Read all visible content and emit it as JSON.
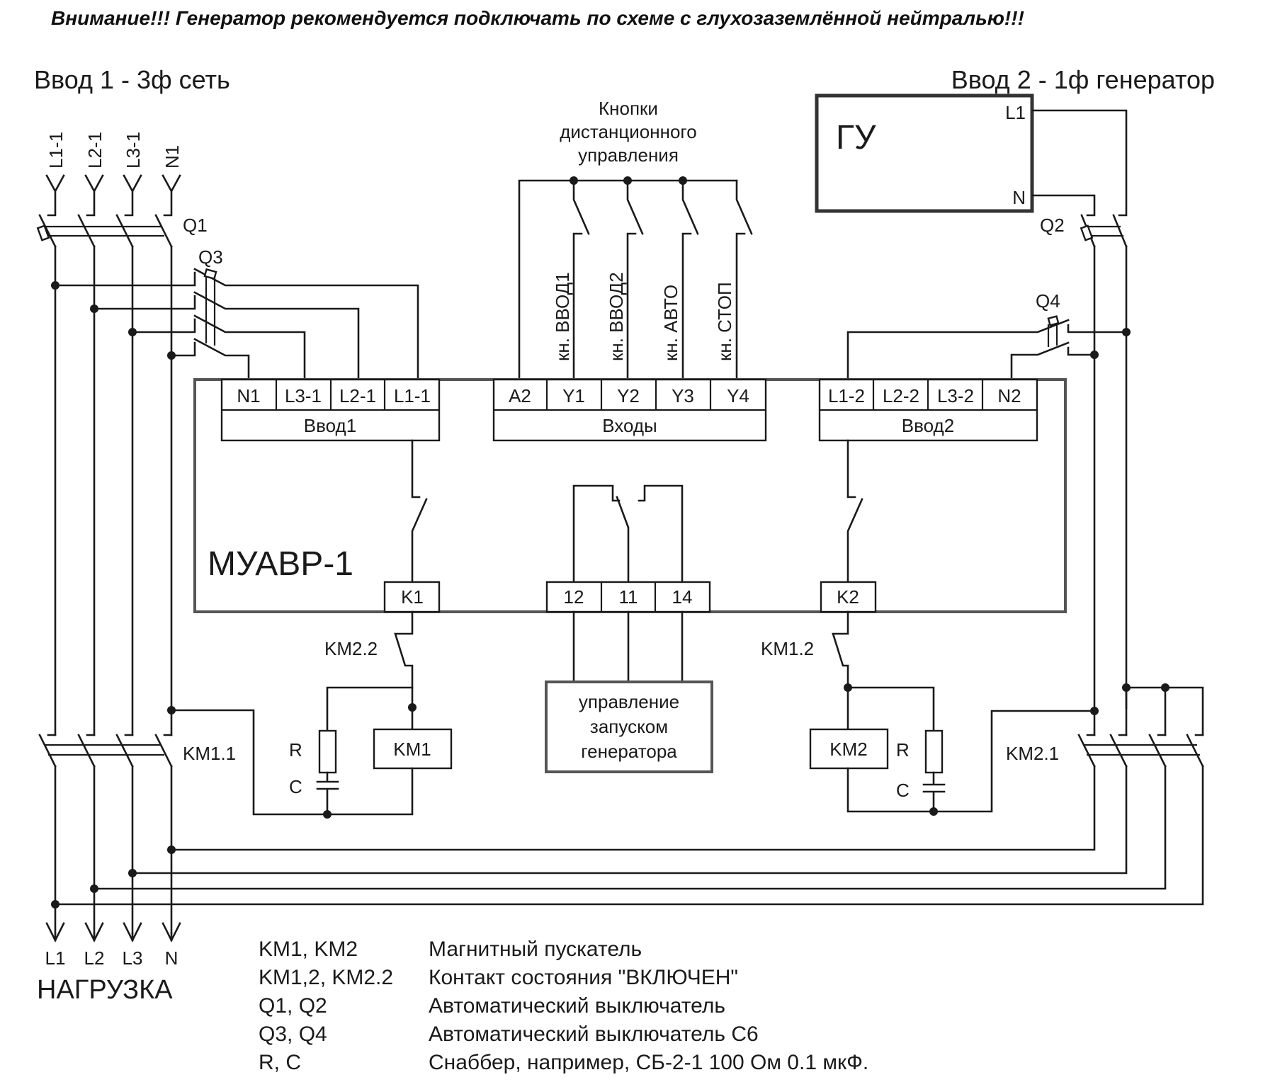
{
  "warning": "Внимание!!! Генератор рекомендуется подключать по схеме с глухозаземлённой нейтралью!!!",
  "input1": {
    "title": "Ввод 1 - 3ф сеть",
    "lines": [
      "L1-1",
      "L2-1",
      "L3-1",
      "N1"
    ],
    "breaker": "Q1",
    "aux_breaker": "Q3"
  },
  "input2": {
    "title": "Ввод 2 - 1ф генератор",
    "generator_label": "ГУ",
    "generator_terminals": [
      "L1",
      "N"
    ],
    "breaker": "Q2",
    "aux_breaker": "Q4"
  },
  "buttons": {
    "title_lines": [
      "Кнопки",
      "дистанционного",
      "управления"
    ],
    "labels": [
      "кн. ВВОД1",
      "кн. ВВОД2",
      "кн. АВТО",
      "кн. СТОП"
    ]
  },
  "module": {
    "name": "МУАВР-1",
    "block1": {
      "terminals": [
        "N1",
        "L3-1",
        "L2-1",
        "L1-1"
      ],
      "label": "Ввод1"
    },
    "inputs": {
      "terminals": [
        "A2",
        "Y1",
        "Y2",
        "Y3",
        "Y4"
      ],
      "label": "Входы"
    },
    "block2": {
      "terminals": [
        "L1-2",
        "L2-2",
        "L3-2",
        "N2"
      ],
      "label": "Ввод2"
    },
    "relay_terminals": [
      "12",
      "11",
      "14"
    ],
    "k1": "K1",
    "k2": "K2"
  },
  "contactors": {
    "km1_aux": "KM2.2",
    "km2_aux": "KM1.2",
    "km1_coil": "KM1",
    "km2_coil": "KM2",
    "km1_main": "KM1.1",
    "km2_main": "KM2.1",
    "r": "R",
    "c": "C"
  },
  "generator_control": [
    "управление",
    "запуском",
    "генератора"
  ],
  "load": {
    "lines": [
      "L1",
      "L2",
      "L3",
      "N"
    ],
    "title": "НАГРУЗКА"
  },
  "legend": [
    {
      "key": "KM1, KM2",
      "value": "Магнитный пускатель"
    },
    {
      "key": "KM1,2, KM2.2",
      "value": "Контакт состояния \"ВКЛЮЧЕН\""
    },
    {
      "key": "Q1, Q2",
      "value": "Автоматический выключатель"
    },
    {
      "key": "Q3, Q4",
      "value": "Автоматический выключатель С6"
    },
    {
      "key": "R, C",
      "value": "Снаббер, например, СБ-2-1 100 Ом 0.1 мкФ."
    }
  ]
}
